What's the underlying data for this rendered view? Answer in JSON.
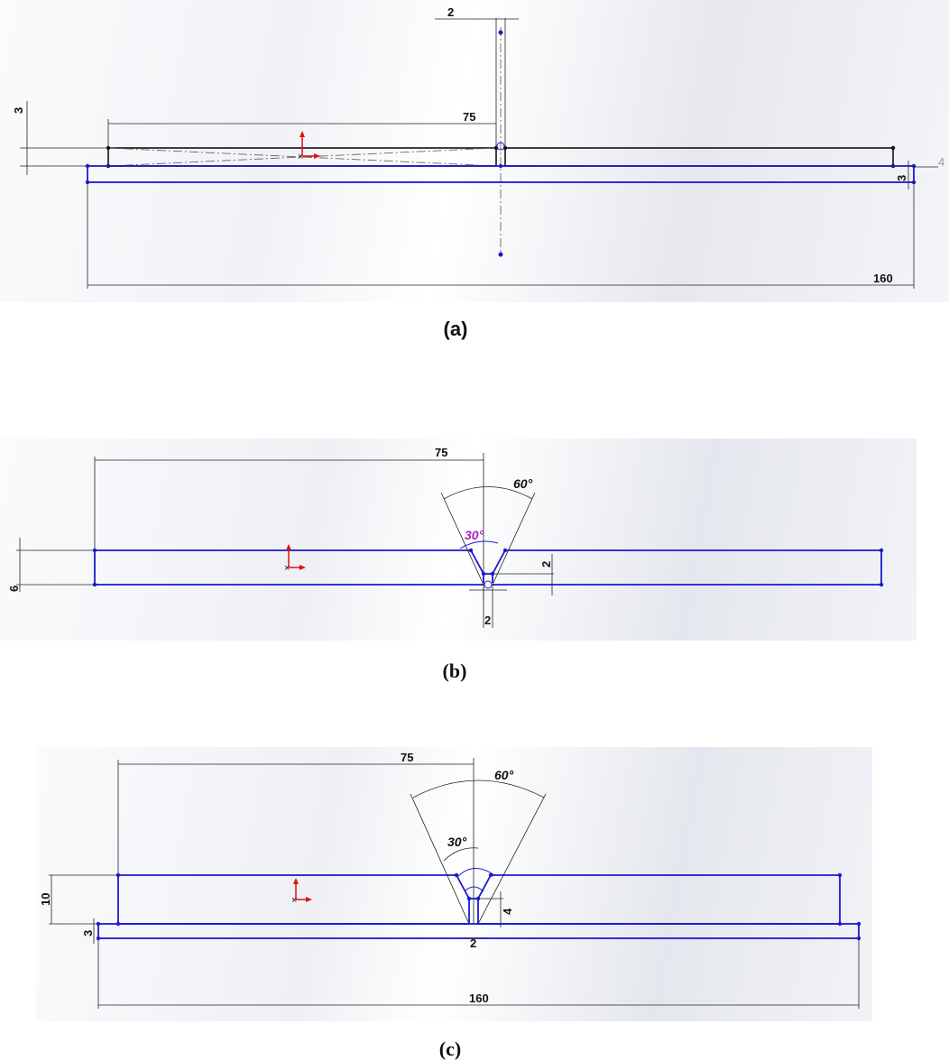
{
  "panel_a": {
    "caption": "(a)",
    "dimensions": {
      "gap_top": "2",
      "half_length": "75",
      "left_height": "3",
      "right_height": "3",
      "total_length": "160",
      "edge_label": "4"
    }
  },
  "panel_b": {
    "caption": "(b)",
    "dimensions": {
      "half_length": "75",
      "groove_angle": "60°",
      "bevel_angle": "30°",
      "thickness": "6",
      "root_face": "2",
      "root_gap": "2"
    }
  },
  "panel_c": {
    "caption": "(c)",
    "dimensions": {
      "half_length": "75",
      "groove_angle": "60°",
      "bevel_angle": "30°",
      "thickness": "10",
      "root_face": "4",
      "backing_thickness": "3",
      "root_gap": "2",
      "total_length": "160"
    }
  },
  "colors": {
    "sketch_blue": "#1a1ad0",
    "dimension_black": "#111111",
    "origin_red": "#e01010",
    "angle_magenta": "#b020c0"
  }
}
